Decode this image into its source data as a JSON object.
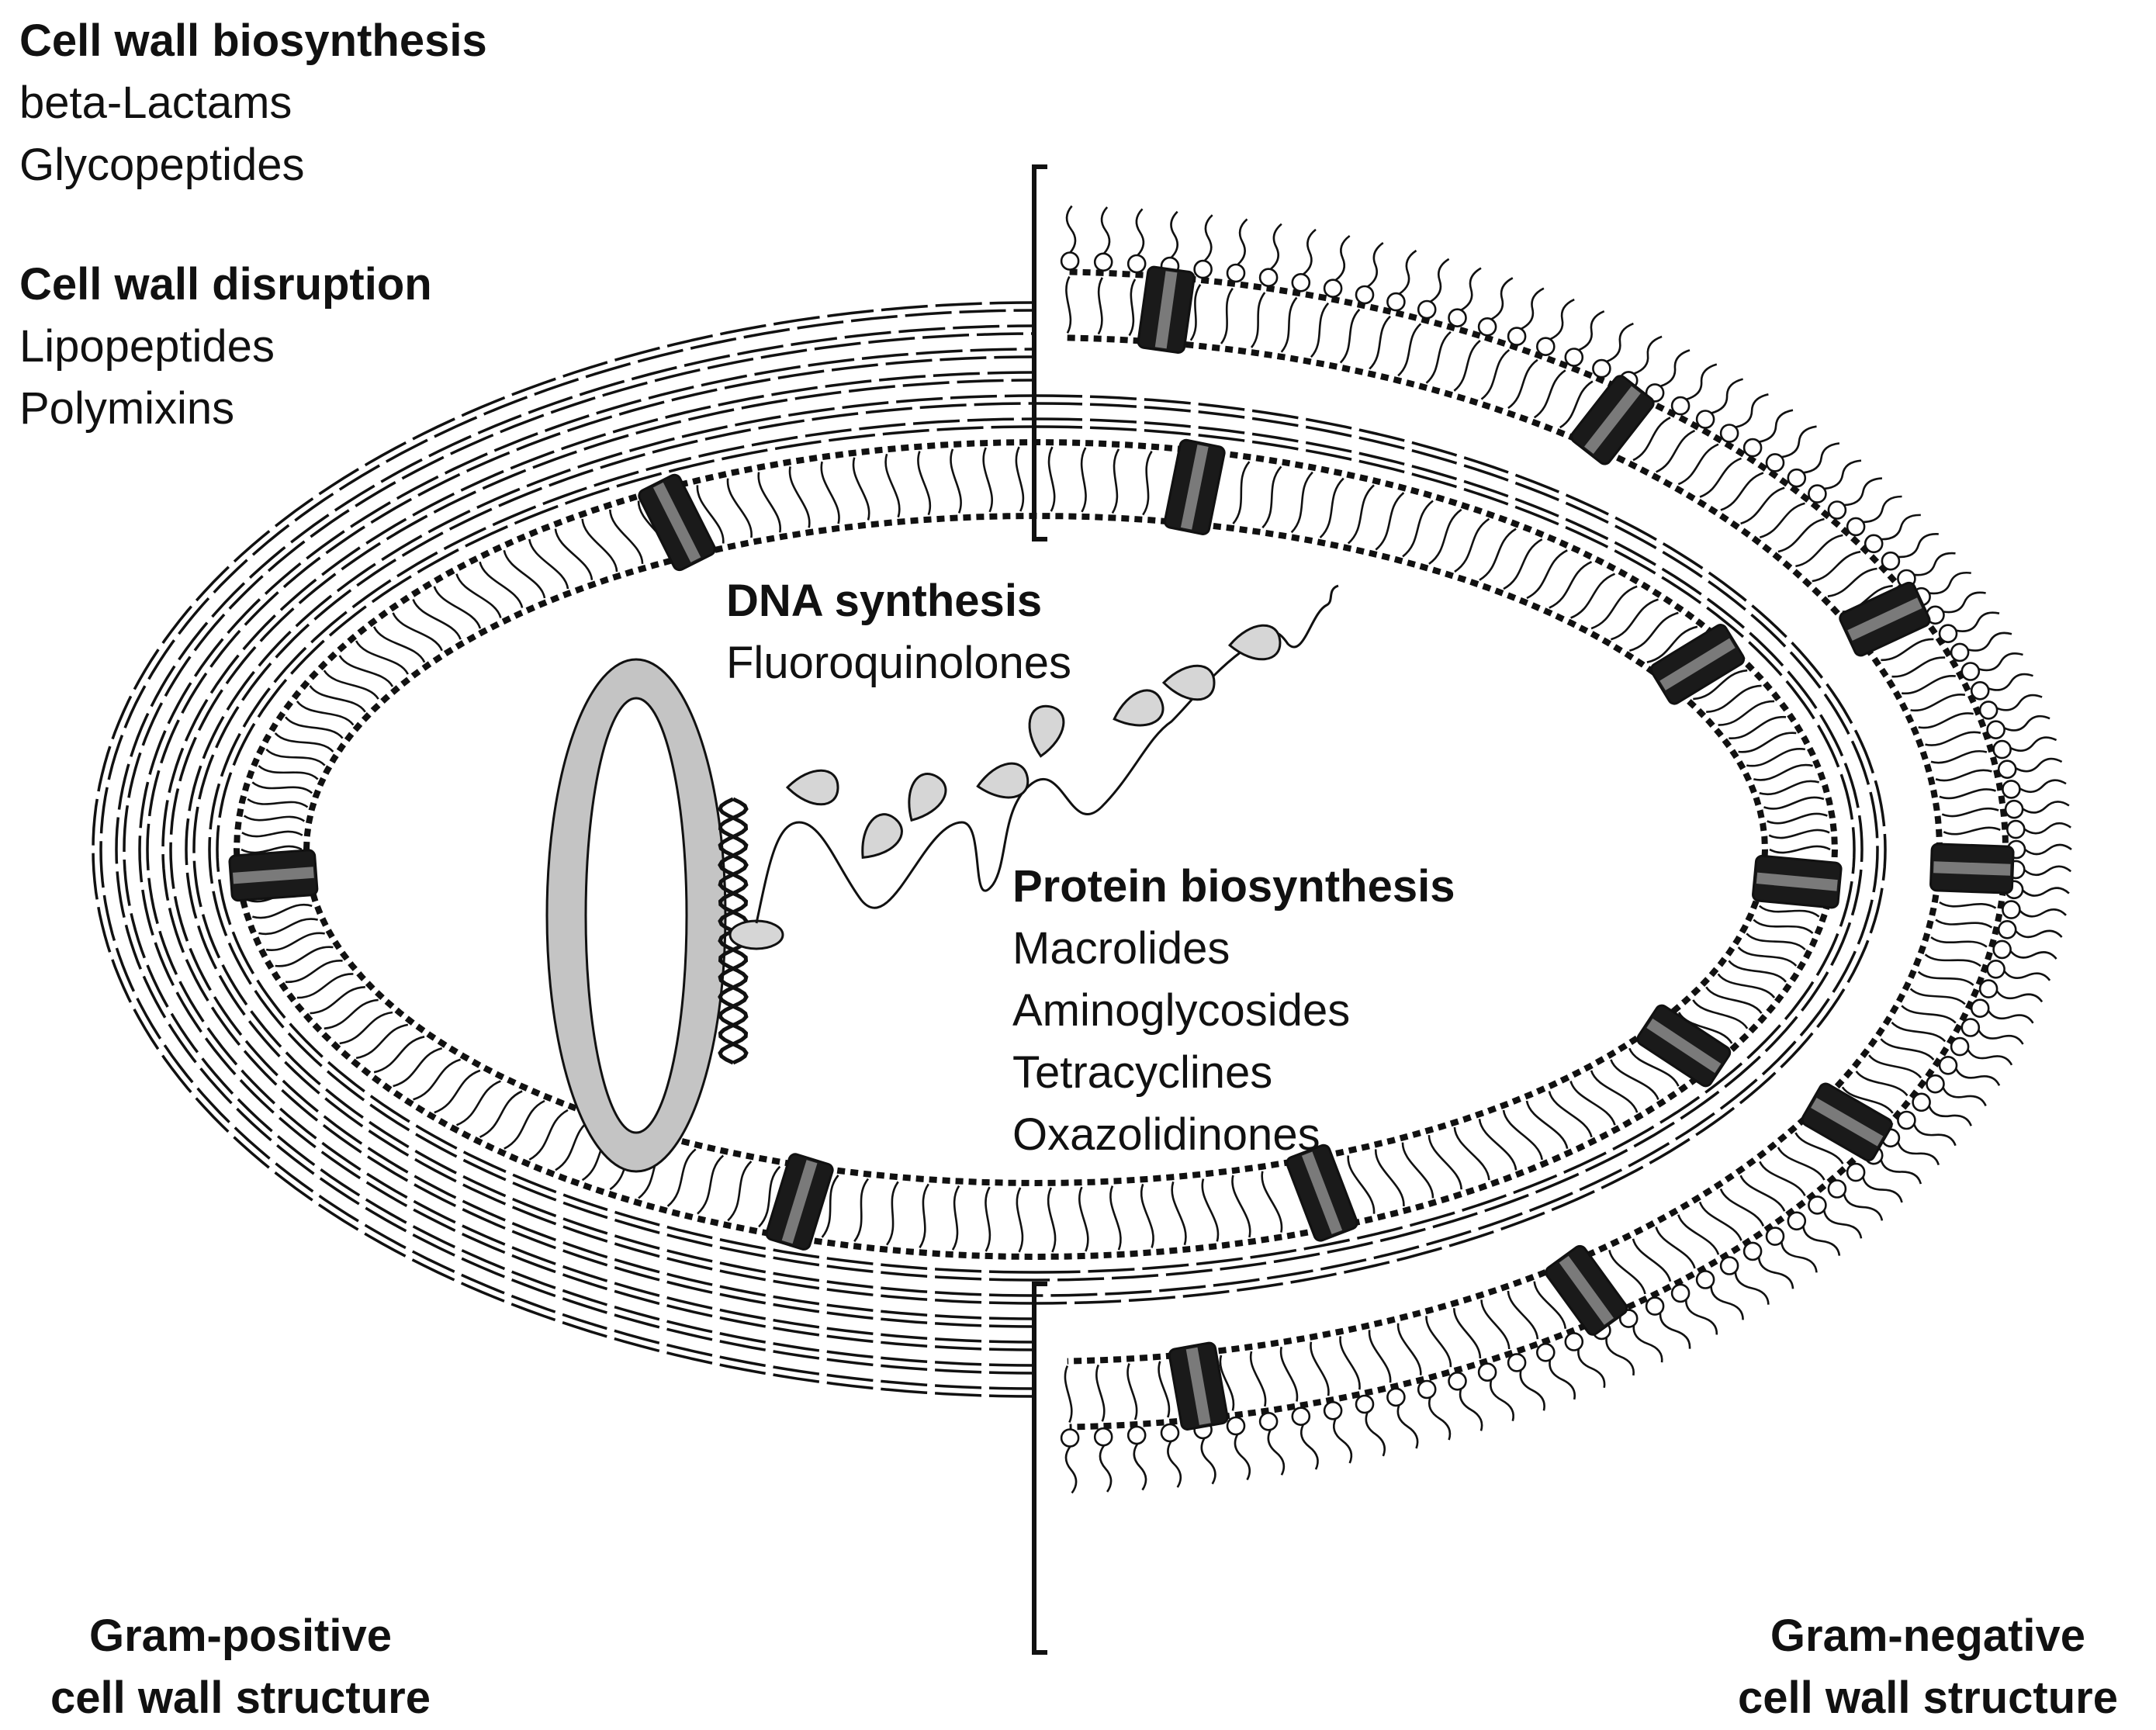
{
  "mechanisms": {
    "cell_wall_biosynthesis": {
      "title": "Cell wall biosynthesis",
      "items": [
        "beta-Lactams",
        "Glycopeptides"
      ]
    },
    "cell_wall_disruption": {
      "title": "Cell wall disruption",
      "items": [
        "Lipopeptides",
        "Polymixins"
      ]
    },
    "dna_synthesis": {
      "title": "DNA synthesis",
      "items": [
        "Fluoroquinolones"
      ]
    },
    "protein_biosynthesis": {
      "title": "Protein biosynthesis",
      "items": [
        "Macrolides",
        "Aminoglycosides",
        "Tetracyclines",
        "Oxazolidinones"
      ]
    }
  },
  "wall_labels": {
    "gram_positive": [
      "Gram-positive",
      "cell wall structure"
    ],
    "gram_negative": [
      "Gram-negative",
      "cell wall structure"
    ]
  },
  "colors": {
    "line": "#111111",
    "protein_dark": "#1a1a1a",
    "protein_band": "#7a7a7a",
    "plasmid_fill": "#c4c4c4",
    "ribosome_fill": "#d6d6d6"
  }
}
